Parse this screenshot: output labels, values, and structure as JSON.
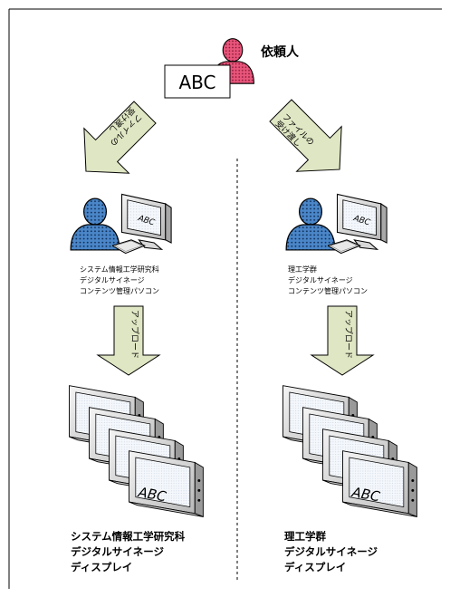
{
  "requester": {
    "label": "依頼人"
  },
  "document": {
    "label": "ABC"
  },
  "arrows": {
    "handover_left": "ファイルの\n受け渡し",
    "handover_right": "ファイルの\n受け渡し",
    "upload_left": "アップロード",
    "upload_right": "アップロード"
  },
  "left": {
    "pc_caption": [
      "システム情報工学研究科",
      "デジタルサイネージ",
      "コンテンツ管理パソコン"
    ],
    "display_caption": [
      "システム情報工学研究科",
      "デジタルサイネージ",
      "ディスプレイ"
    ]
  },
  "right": {
    "pc_caption": [
      "理工学群",
      "デジタルサイネージ",
      "コンテンツ管理パソコン"
    ],
    "display_caption": [
      "理工学群",
      "デジタルサイネージ",
      "ディスプレイ"
    ]
  },
  "screen_text": "ABC",
  "colors": {
    "requester_fill": "#e8557a",
    "user_fill": "#4a86c8",
    "arrow_fill": "#dfe6c3",
    "frame": "#000000"
  }
}
